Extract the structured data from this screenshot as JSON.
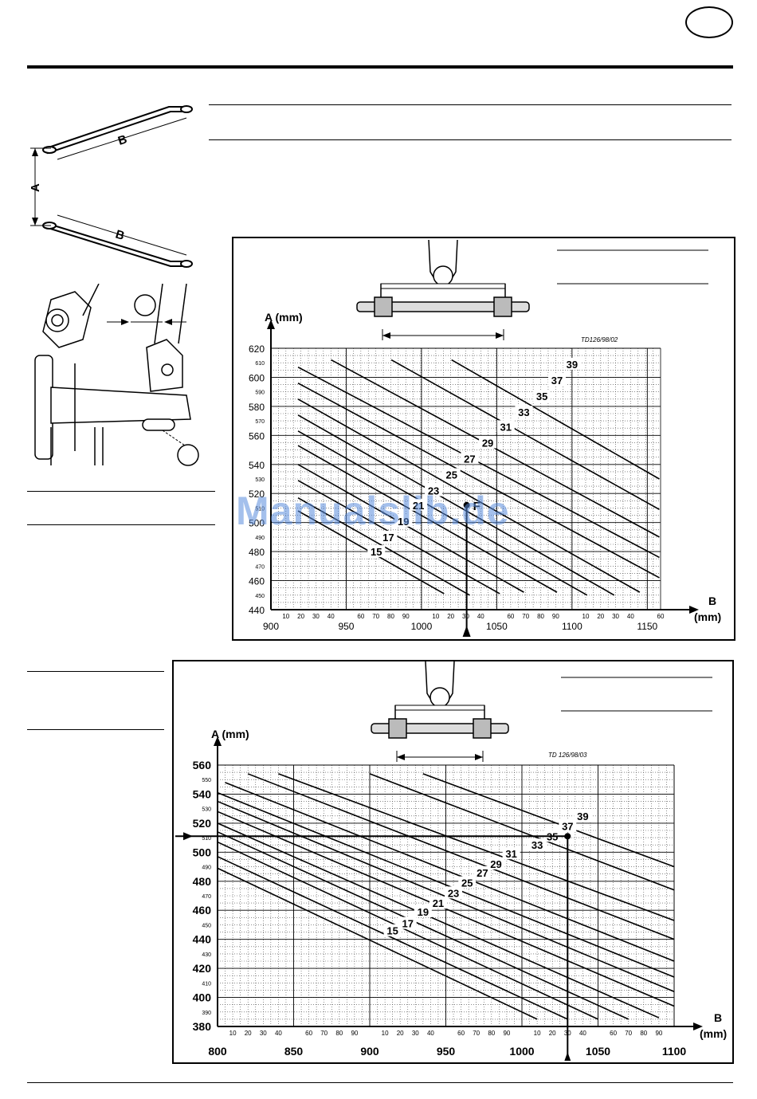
{
  "diagram_labels": {
    "a": "A",
    "b_top": "B",
    "b_bottom": "B"
  },
  "chart1_labels": {
    "doc_code": "TD126/98/02",
    "point_label": "F"
  },
  "chart2_labels": {
    "doc_code": "TD 126/98/03"
  },
  "watermark": "Manualslib.de",
  "chart_data": [
    {
      "type": "line",
      "title": "",
      "xlabel": "B (mm)",
      "ylabel": "A (mm)",
      "xlim": [
        900,
        1160
      ],
      "ylim": [
        440,
        620
      ],
      "x_major_ticks": [
        900,
        950,
        1000,
        1050,
        1100,
        1150
      ],
      "x_minor_tick_labels": [
        "10",
        "20",
        "30",
        "40",
        "60",
        "70",
        "80",
        "90",
        "10",
        "20",
        "30",
        "40",
        "60",
        "70",
        "80",
        "90",
        "10",
        "20",
        "30",
        "40",
        "60"
      ],
      "y_major_ticks": [
        440,
        460,
        480,
        500,
        520,
        540,
        560,
        580,
        600,
        620
      ],
      "y_minor_ticks": [
        450,
        470,
        490,
        510,
        530,
        570,
        590,
        610
      ],
      "grid": true,
      "series": [
        {
          "name": "15",
          "x": [
            918,
            1015
          ],
          "y": [
            508,
            451
          ]
        },
        {
          "name": "17",
          "x": [
            918,
            1032
          ],
          "y": [
            517,
            450
          ]
        },
        {
          "name": "19",
          "x": [
            918,
            1052
          ],
          "y": [
            529,
            451
          ]
        },
        {
          "name": "21",
          "x": [
            918,
            1068
          ],
          "y": [
            540,
            452
          ]
        },
        {
          "name": "23",
          "x": [
            918,
            1090
          ],
          "y": [
            553,
            452
          ]
        },
        {
          "name": "25",
          "x": [
            918,
            1110
          ],
          "y": [
            563,
            450
          ]
        },
        {
          "name": "27",
          "x": [
            918,
            1128
          ],
          "y": [
            574,
            450
          ]
        },
        {
          "name": "29",
          "x": [
            918,
            1145
          ],
          "y": [
            585,
            452
          ]
        },
        {
          "name": "31",
          "x": [
            918,
            1158
          ],
          "y": [
            596,
            462
          ]
        },
        {
          "name": "33",
          "x": [
            918,
            1158
          ],
          "y": [
            607,
            476
          ]
        },
        {
          "name": "35",
          "x": [
            940,
            1158
          ],
          "y": [
            612,
            490
          ]
        },
        {
          "name": "37",
          "x": [
            980,
            1158
          ],
          "y": [
            612,
            509
          ]
        },
        {
          "name": "39",
          "x": [
            1020,
            1158
          ],
          "y": [
            612,
            530
          ]
        }
      ],
      "series_label_positions": [
        {
          "name": "15",
          "x": 970,
          "y": 480
        },
        {
          "name": "17",
          "x": 978,
          "y": 490
        },
        {
          "name": "19",
          "x": 988,
          "y": 501
        },
        {
          "name": "21",
          "x": 998,
          "y": 512
        },
        {
          "name": "23",
          "x": 1008,
          "y": 522
        },
        {
          "name": "25",
          "x": 1020,
          "y": 533
        },
        {
          "name": "27",
          "x": 1032,
          "y": 544
        },
        {
          "name": "29",
          "x": 1044,
          "y": 555
        },
        {
          "name": "31",
          "x": 1056,
          "y": 566
        },
        {
          "name": "33",
          "x": 1068,
          "y": 576
        },
        {
          "name": "35",
          "x": 1080,
          "y": 587
        },
        {
          "name": "37",
          "x": 1090,
          "y": 598
        },
        {
          "name": "39",
          "x": 1100,
          "y": 609
        }
      ],
      "marked_point": {
        "x": 1030,
        "y": 512
      }
    },
    {
      "type": "line",
      "title": "",
      "xlabel": "B (mm)",
      "ylabel": "A (mm)",
      "xlim": [
        800,
        1100
      ],
      "ylim": [
        380,
        560
      ],
      "x_major_ticks": [
        800,
        850,
        900,
        950,
        1000,
        1050,
        1100
      ],
      "x_minor_tick_labels": [
        "10",
        "20",
        "30",
        "40",
        "60",
        "70",
        "80",
        "90",
        "10",
        "20",
        "30",
        "40",
        "60",
        "70",
        "80",
        "90",
        "10",
        "20",
        "30",
        "40",
        "60",
        "70",
        "80",
        "90"
      ],
      "y_major_ticks": [
        380,
        400,
        420,
        440,
        460,
        480,
        500,
        520,
        540,
        560
      ],
      "y_minor_ticks": [
        390,
        410,
        430,
        450,
        470,
        490,
        510,
        530,
        550
      ],
      "grid": true,
      "series": [
        {
          "name": "15",
          "x": [
            800,
            1010
          ],
          "y": [
            489,
            385
          ]
        },
        {
          "name": "17",
          "x": [
            800,
            1030
          ],
          "y": [
            497,
            385
          ]
        },
        {
          "name": "19",
          "x": [
            800,
            1050
          ],
          "y": [
            507,
            385
          ]
        },
        {
          "name": "21",
          "x": [
            800,
            1070
          ],
          "y": [
            514,
            385
          ]
        },
        {
          "name": "23",
          "x": [
            800,
            1090
          ],
          "y": [
            520,
            386
          ]
        },
        {
          "name": "25",
          "x": [
            800,
            1100
          ],
          "y": [
            528,
            394
          ]
        },
        {
          "name": "27",
          "x": [
            800,
            1100
          ],
          "y": [
            535,
            404
          ]
        },
        {
          "name": "29",
          "x": [
            800,
            1100
          ],
          "y": [
            541,
            414
          ]
        },
        {
          "name": "31",
          "x": [
            805,
            1100
          ],
          "y": [
            548,
            425
          ]
        },
        {
          "name": "33",
          "x": [
            820,
            1100
          ],
          "y": [
            554,
            440
          ]
        },
        {
          "name": "35",
          "x": [
            840,
            1100
          ],
          "y": [
            554,
            453
          ]
        },
        {
          "name": "37",
          "x": [
            900,
            1100
          ],
          "y": [
            554,
            474
          ]
        },
        {
          "name": "39",
          "x": [
            935,
            1100
          ],
          "y": [
            554,
            490
          ]
        }
      ],
      "series_label_positions": [
        {
          "name": "15",
          "x": 915,
          "y": 446
        },
        {
          "name": "17",
          "x": 925,
          "y": 451
        },
        {
          "name": "19",
          "x": 935,
          "y": 459
        },
        {
          "name": "21",
          "x": 945,
          "y": 465
        },
        {
          "name": "23",
          "x": 955,
          "y": 472
        },
        {
          "name": "25",
          "x": 964,
          "y": 479
        },
        {
          "name": "27",
          "x": 974,
          "y": 486
        },
        {
          "name": "29",
          "x": 983,
          "y": 492
        },
        {
          "name": "31",
          "x": 993,
          "y": 499
        },
        {
          "name": "33",
          "x": 1010,
          "y": 505
        },
        {
          "name": "35",
          "x": 1020,
          "y": 511
        },
        {
          "name": "37",
          "x": 1030,
          "y": 518
        },
        {
          "name": "39",
          "x": 1040,
          "y": 525
        }
      ],
      "marked_point": {
        "x": 1030,
        "y": 511
      }
    }
  ]
}
